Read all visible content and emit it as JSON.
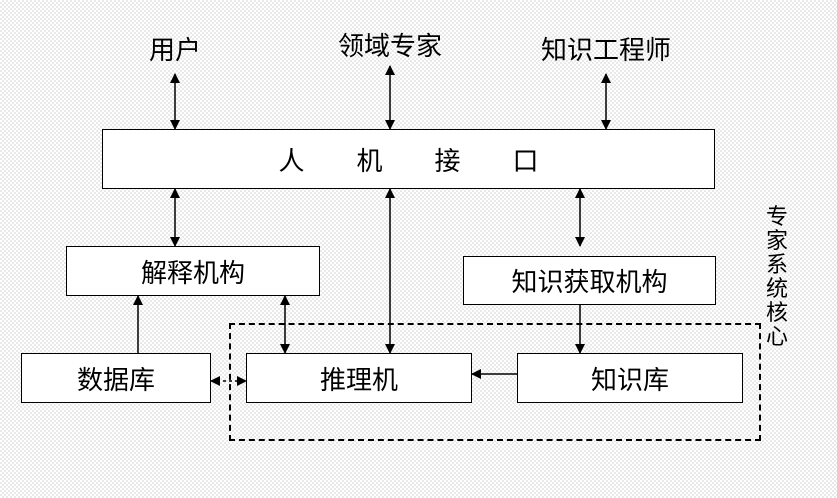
{
  "actors": {
    "user": "用户",
    "domain_expert": "领域专家",
    "knowledge_engineer": "知识工程师"
  },
  "boxes": {
    "interface": "人　　机　　接　　口",
    "explanation": "解释机构",
    "acquisition": "知识获取机构",
    "database": "数据库",
    "inference": "推理机",
    "knowledge_base": "知识库"
  },
  "core_label": "专家系统核心"
}
